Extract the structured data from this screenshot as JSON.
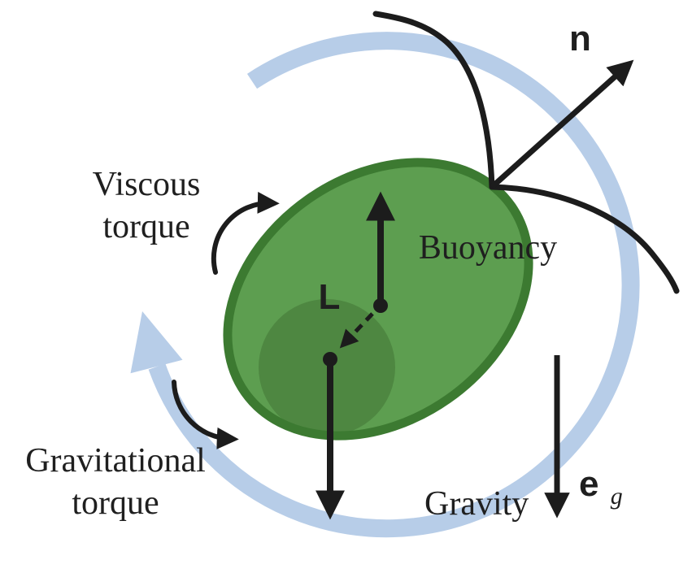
{
  "labels": {
    "viscous_torque": {
      "line1": "Viscous",
      "line2": "torque"
    },
    "gravitational_torque": {
      "line1": "Gravitational",
      "line2": "torque"
    },
    "buoyancy": "Buoyancy",
    "gravity": "Gravity",
    "normal_vector": "n",
    "offset_vector": "L",
    "gravity_unit_vector": {
      "symbol": "e",
      "subscript": "g"
    }
  },
  "colors": {
    "cell_fill": "#5d9e50",
    "cell_outline": "#3c7a31",
    "cell_inner_blob": "#4e8741",
    "rotation_arc": "#b7cde8",
    "arrow_black": "#1c1c1c",
    "text": "#1f1f1f"
  }
}
